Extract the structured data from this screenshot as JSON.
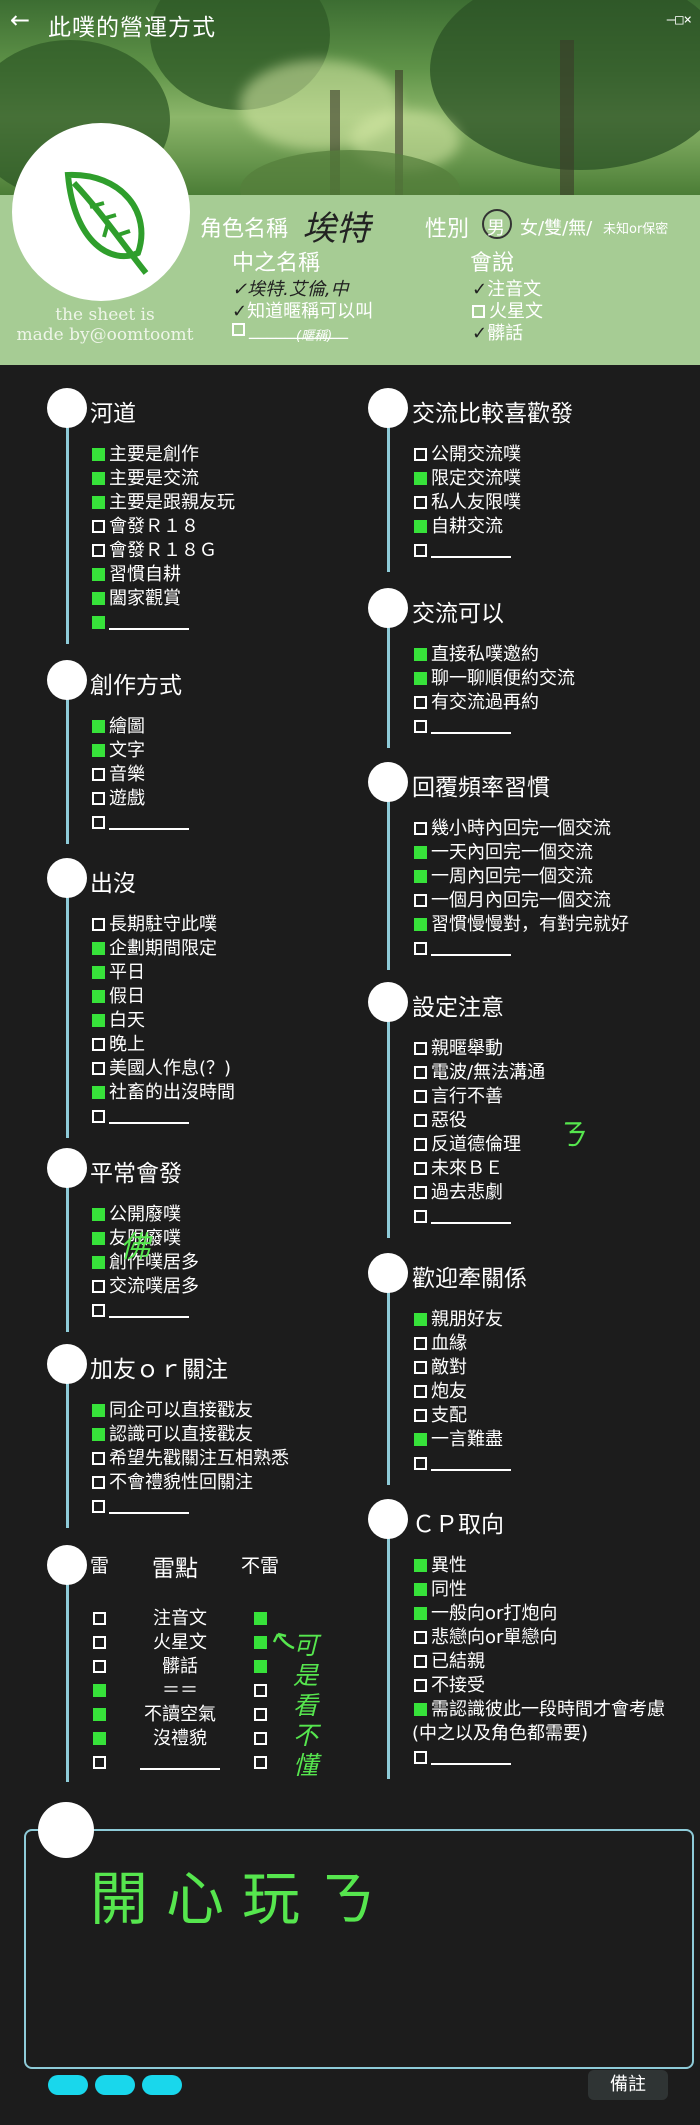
{
  "header": {
    "title": "此噗的營運方式",
    "back_icon": "←",
    "window_controls": "–□×"
  },
  "profile": {
    "credit_line1": "the sheet is",
    "credit_line2": "made by@oomtoomt",
    "name_label": "角色名稱",
    "name_value": "埃特",
    "gender_label": "性別",
    "gender_selected": "男",
    "gender_rest": "女/雙/無/",
    "gender_note": "未知or保密",
    "nickname_label": "中之名稱",
    "nickname_options": [
      "埃特.艾倫,中",
      "知道暱稱可以叫",
      "___________"
    ],
    "nickname_note": "(暱稱)",
    "nickname_checked": [
      true,
      true,
      false
    ],
    "speaks_label": "會說",
    "speaks_options": [
      "注音文",
      "火星文",
      "髒話"
    ],
    "speaks_checked": [
      true,
      false,
      true
    ]
  },
  "left_sections": [
    {
      "title": "河道",
      "items": [
        {
          "text": "主要是創作",
          "on": true
        },
        {
          "text": "主要是交流",
          "on": true
        },
        {
          "text": "主要是跟親友玩",
          "on": true
        },
        {
          "text": "會發Ｒ１８",
          "on": false
        },
        {
          "text": "會發Ｒ１８Ｇ",
          "on": false
        },
        {
          "text": "習慣自耕",
          "on": true
        },
        {
          "text": "闔家觀賞",
          "on": true
        },
        {
          "text": "",
          "on": true
        }
      ]
    },
    {
      "title": "創作方式",
      "items": [
        {
          "text": "繪圖",
          "on": true
        },
        {
          "text": "文字",
          "on": true
        },
        {
          "text": "音樂",
          "on": false
        },
        {
          "text": "遊戲",
          "on": false
        },
        {
          "text": "",
          "on": false
        }
      ]
    },
    {
      "title": "出沒",
      "items": [
        {
          "text": "長期駐守此噗",
          "on": false
        },
        {
          "text": "企劃期間限定",
          "on": true
        },
        {
          "text": "平日",
          "on": true
        },
        {
          "text": "假日",
          "on": true
        },
        {
          "text": "白天",
          "on": true
        },
        {
          "text": "晚上",
          "on": false
        },
        {
          "text": "美國人作息(？)",
          "on": false
        },
        {
          "text": "社畜的出沒時間",
          "on": true
        },
        {
          "text": "",
          "on": false
        }
      ]
    },
    {
      "title": "平常會發",
      "items": [
        {
          "text": "公開廢噗",
          "on": true
        },
        {
          "text": "友限廢噗",
          "on": true
        },
        {
          "text": "創作噗居多",
          "on": true
        },
        {
          "text": "交流噗居多",
          "on": false
        },
        {
          "text": "",
          "on": false
        }
      ]
    },
    {
      "title": "加友ｏｒ關注",
      "items": [
        {
          "text": "同企可以直接戳友",
          "on": true
        },
        {
          "text": "認識可以直接戳友",
          "on": true
        },
        {
          "text": "希望先戳關注互相熟悉",
          "on": false
        },
        {
          "text": "不會禮貌性回關注",
          "on": false
        },
        {
          "text": "",
          "on": false
        }
      ]
    }
  ],
  "mines": {
    "left_header": "雷",
    "mid_header": "雷點",
    "right_header": "不雷",
    "rows": [
      {
        "label": "注音文",
        "mine": false,
        "ok": true
      },
      {
        "label": "火星文",
        "mine": false,
        "ok": true
      },
      {
        "label": "髒話",
        "mine": false,
        "ok": true
      },
      {
        "label": "＝＝",
        "mine": true,
        "ok": false
      },
      {
        "label": "不讀空氣",
        "mine": true,
        "ok": false
      },
      {
        "label": "沒禮貌",
        "mine": true,
        "ok": false
      },
      {
        "label": "",
        "mine": false,
        "ok": false
      }
    ]
  },
  "right_sections": [
    {
      "title": "交流比較喜歡發",
      "items": [
        {
          "text": "公開交流噗",
          "on": false
        },
        {
          "text": "限定交流噗",
          "on": true
        },
        {
          "text": "私人友限噗",
          "on": false
        },
        {
          "text": "自耕交流",
          "on": true
        },
        {
          "text": "",
          "on": false
        }
      ]
    },
    {
      "title": "交流可以",
      "items": [
        {
          "text": "直接私噗邀約",
          "on": true
        },
        {
          "text": "聊一聊順便約交流",
          "on": true
        },
        {
          "text": "有交流過再約",
          "on": false
        },
        {
          "text": "",
          "on": false
        }
      ]
    },
    {
      "title": "回覆頻率習慣",
      "items": [
        {
          "text": "幾小時內回完一個交流",
          "on": false
        },
        {
          "text": "一天內回完一個交流",
          "on": true
        },
        {
          "text": "一周內回完一個交流",
          "on": true
        },
        {
          "text": "一個月內回完一個交流",
          "on": false
        },
        {
          "text": "習慣慢慢對，有對完就好",
          "on": true
        },
        {
          "text": "",
          "on": false
        }
      ]
    },
    {
      "title": "設定注意",
      "items": [
        {
          "text": "親暱舉動",
          "on": false
        },
        {
          "text": "電波/無法溝通",
          "on": false
        },
        {
          "text": "言行不善",
          "on": false
        },
        {
          "text": "惡役",
          "on": false
        },
        {
          "text": "反道德倫理",
          "on": false
        },
        {
          "text": "未來ＢＥ",
          "on": false
        },
        {
          "text": "過去悲劇",
          "on": false
        },
        {
          "text": "",
          "on": false
        }
      ]
    },
    {
      "title": "歡迎牽關係",
      "items": [
        {
          "text": "親朋好友",
          "on": true
        },
        {
          "text": "血緣",
          "on": false
        },
        {
          "text": "敵對",
          "on": false
        },
        {
          "text": "炮友",
          "on": false
        },
        {
          "text": "支配",
          "on": false
        },
        {
          "text": "一言難盡",
          "on": true
        },
        {
          "text": "",
          "on": false
        }
      ]
    },
    {
      "title": "ＣＰ取向",
      "items": [
        {
          "text": "異性",
          "on": true
        },
        {
          "text": "同性",
          "on": true
        },
        {
          "text": "一般向or打炮向",
          "on": true
        },
        {
          "text": "悲戀向or單戀向",
          "on": false
        },
        {
          "text": "已結親",
          "on": false
        },
        {
          "text": "不接受",
          "on": false
        },
        {
          "text": "需認識彼此一段時間才會考慮",
          "on": true
        },
        {
          "text": "(中之以及角色都需要)",
          "on": null
        },
        {
          "text": "",
          "on": false
        }
      ]
    }
  ],
  "handwriting": {
    "river_extra": "佛",
    "setting_mark": "ㄋ",
    "mines_note": "可是看不懂",
    "note": "開心玩ㄋ"
  },
  "footer": {
    "remark_label": "備註"
  },
  "colors": {
    "accent_green": "#37e23a",
    "line_blue": "#8ecbd8",
    "tab_cyan": "#19d7ec"
  }
}
